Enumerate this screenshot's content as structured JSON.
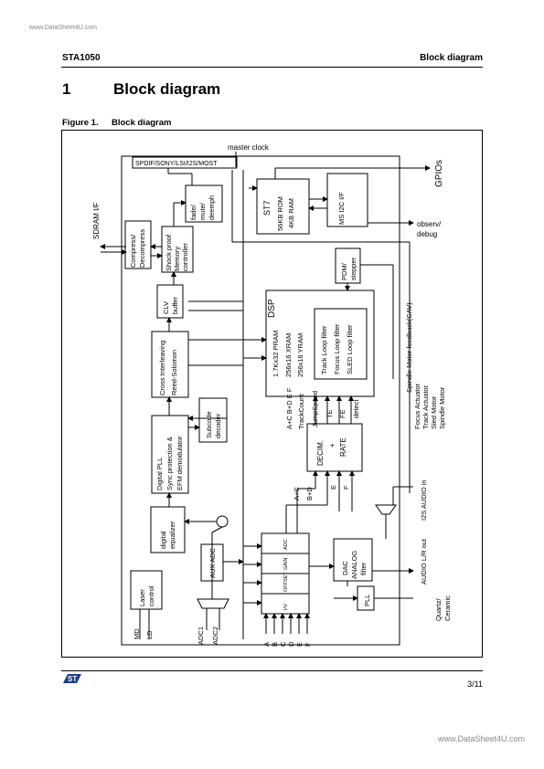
{
  "watermark_top": "www.DataSheet4U.com",
  "watermark_bottom": "www.DataSheet4U.com",
  "header": {
    "left": "STA1050",
    "right": "Block diagram"
  },
  "section": {
    "number": "1",
    "title": "Block diagram"
  },
  "figure": {
    "label": "Figure 1.",
    "title": "Block diagram"
  },
  "footer": {
    "page": "3/11",
    "logo_text": "ST"
  },
  "diagram": {
    "master_clock": "master clock",
    "spdif": "SPDIF/SONY/LSI/I2S/MOST",
    "gpios": "GPIOs",
    "observ": "observ/",
    "debug": "debug",
    "sdram": "SDRAM I/F",
    "compress": [
      "Compress/",
      "Decompress"
    ],
    "shockproof": [
      "Shock proof",
      "Memory",
      "controller"
    ],
    "fade": [
      "fade/",
      "mute/",
      "deemph"
    ],
    "st7": [
      "ST7",
      "56KB ROM",
      "4KB RAM"
    ],
    "msi2c": "MS I2C I/F",
    "pdm": [
      "PDM/",
      "stepper"
    ],
    "clv": [
      "CLV",
      "buffer"
    ],
    "dsp_title": "DSP",
    "dsp_mem": [
      "1.7Kx32 PRAM",
      "256x16 XRAM",
      "256x16 YRAM"
    ],
    "loops": [
      "Track Loop filter",
      "Focus Loop filter",
      "SLED Loop filter"
    ],
    "cross": [
      "Cross Interleaving",
      "Reed-Solomon"
    ],
    "digital_pll": [
      "Digital PLL",
      "Sync protection &",
      "EFM demodulator"
    ],
    "subcode": [
      "Subcode",
      "decoder"
    ],
    "decim_cols": [
      "A+C",
      "B+D",
      "E",
      "F"
    ],
    "decim_cols_top": "A+C B+D E F",
    "outs": [
      "TrackCount",
      "JumpSpeed",
      "TE",
      "FE",
      "detect"
    ],
    "decim": [
      "DECIM.",
      "+",
      "RATE"
    ],
    "digital_eq": [
      "digital",
      "equalizer"
    ],
    "aux_adc": "AUX ADC",
    "laser": [
      "Laser",
      "control"
    ],
    "afe_rows": [
      "ADC",
      "GAIN",
      "OFFSET",
      "I/V"
    ],
    "dac": [
      "DAC",
      "ANALOG",
      "filter"
    ],
    "pll": "PLL",
    "spindle_fb": "Spindle Motor feedback(CAV)",
    "actuators": [
      "Focus Actuator",
      "Track Actuator",
      "Sled Motor",
      "Spindle Motor"
    ],
    "i2s_in": "I2S AUDIO in",
    "audio_out": "AUDIO L/R out",
    "quartz": [
      "Quartz/",
      "Ceramic"
    ],
    "md": "MD",
    "ld": "LD",
    "adc1": "ADC1",
    "adc2": "ADC2",
    "inputs": [
      "A",
      "B",
      "C",
      "D",
      "E",
      "F"
    ]
  },
  "colors": {
    "line": "#000000",
    "logo": "#1a3d8f",
    "watermark": "#888888"
  }
}
